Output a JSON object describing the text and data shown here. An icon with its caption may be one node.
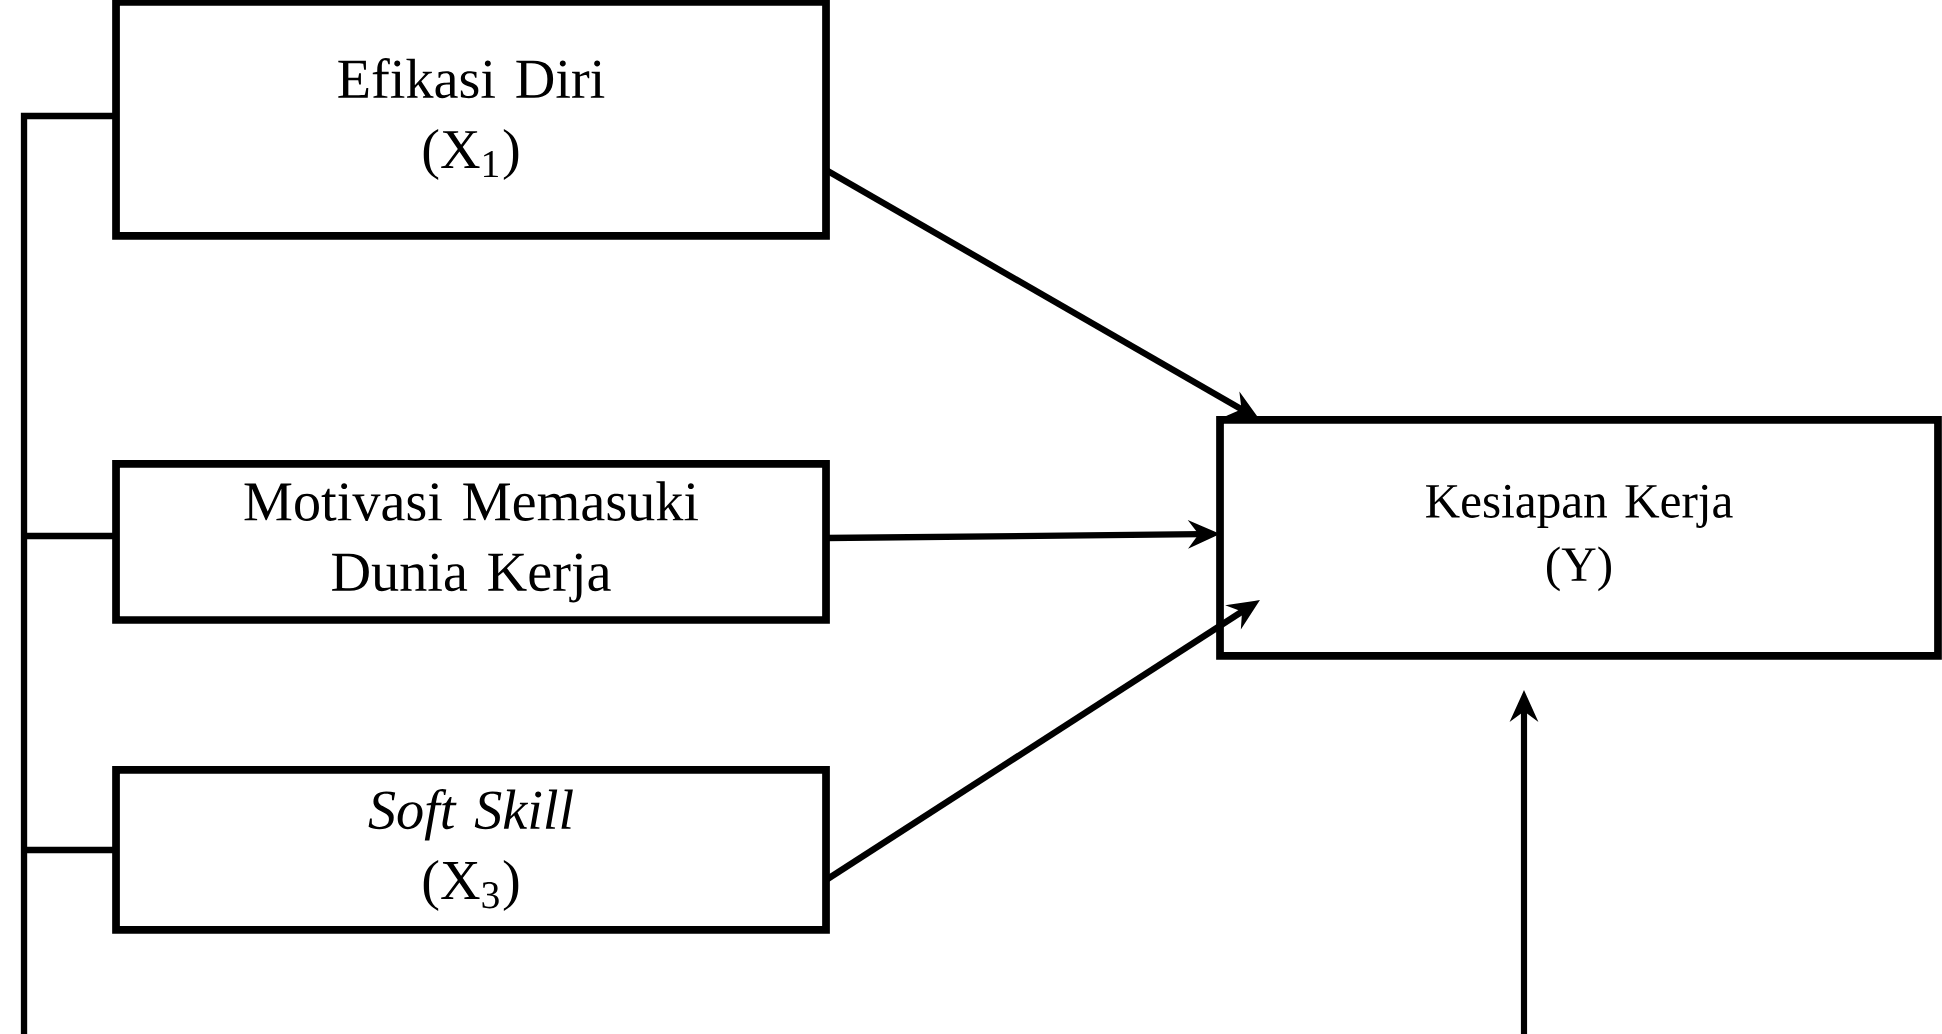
{
  "diagram": {
    "nodes": [
      {
        "text": [
          "Efikasi Diri",
          "(X$_{1}$)"
        ]
      },
      {
        "text": [
          "Motivasi Memasuki Dunia Kerja"
        ]
      },
      {
        "text": [
          "Soft Skill",
          "(X$_{3}$)"
        ]
      },
      {
        "text": [
          "Kesiapan Kerja",
          "(Y)"
        ]
      }
    ],
    "edges": [
      {
        "from": 0,
        "to": 3,
        "arrow": "to"
      },
      {
        "from": 1,
        "to": 3,
        "arrow": "to"
      },
      {
        "from": 2,
        "to": 3,
        "arrow": "to"
      },
      {
        "from": 0,
        "to": null,
        "arrow": "none"
      },
      {
        "from": 1,
        "to": null,
        "arrow": "none"
      },
      {
        "from": 2,
        "to": null,
        "arrow": "none"
      },
      {
        "from": null,
        "to": 3,
        "arrow": "to"
      }
    ]
  }
}
